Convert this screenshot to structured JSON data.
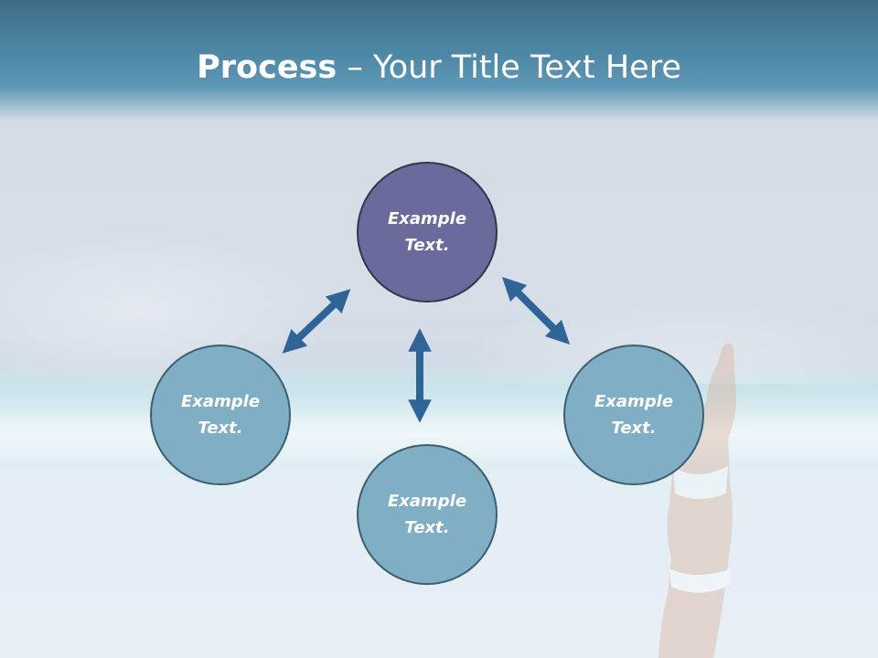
{
  "slide": {
    "title_bold": "Process",
    "title_rest": " – Your Title Text Here",
    "nodes": {
      "top": "Example\nText.",
      "left": "Example\nText.",
      "right": "Example\nText.",
      "bottom": "Example\nText."
    },
    "colors": {
      "header": "#4d85a4",
      "top_circle": "#6a6a9c",
      "other_circles": "#7faec5",
      "arrows": "#2f6496"
    }
  }
}
